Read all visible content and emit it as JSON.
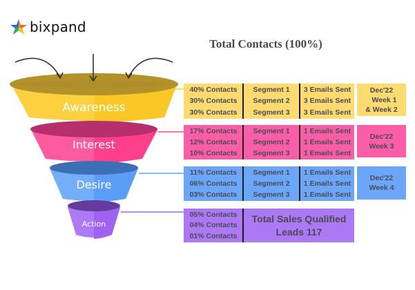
{
  "logo": {
    "icon": "star-logo-icon",
    "text": "bixpand"
  },
  "title": "Total Contacts (100%)",
  "colors": {
    "awareness": "#fcd03f",
    "interest": "#fd4592",
    "desire": "#5ea1f8",
    "action": "#a565f2",
    "awareness_box": "#fddb70",
    "interest_box": "#fb5ea6",
    "desire_box": "#6ba6f8",
    "action_box": "#ad78f4"
  },
  "funnel": {
    "arrows": [
      "curved-arrow-left",
      "down-arrow",
      "curved-arrow-right"
    ],
    "stages": [
      {
        "name": "Awareness",
        "contacts": [
          "40% Contacts",
          "30% Contacts",
          "30% Contacts"
        ],
        "segments": [
          "Segment 1",
          "Segment 2",
          "Segment 3"
        ],
        "emails": [
          "3 Emails Sent",
          "3 Emails Sent",
          "3 Emails Sent"
        ],
        "schedule": [
          "Dec'22",
          "Week 1",
          "& Week 2"
        ]
      },
      {
        "name": "Interest",
        "contacts": [
          "17% Contacts",
          "12% Contacts",
          "10% Contacts"
        ],
        "segments": [
          "Segment 1",
          "Segment 2",
          "Segment 3"
        ],
        "emails": [
          "1 Emails Sent",
          "1 Emails Sent",
          "1 Emails Sent"
        ],
        "schedule": [
          "Dec'22",
          "Week 3"
        ]
      },
      {
        "name": "Desire",
        "contacts": [
          "11% Contacts",
          "06% Contacts",
          "03% Contacts"
        ],
        "segments": [
          "Segment 1",
          "Segment 2",
          "Segment 3"
        ],
        "emails": [
          "1 Emails Sent",
          "1 Emails Sent",
          "1 Emails Sent"
        ],
        "schedule": [
          "Dec'22",
          "Week 4"
        ]
      },
      {
        "name": "Action",
        "contacts": [
          "05% Contacts",
          "04% Contacts",
          "01% Contacts"
        ],
        "summary": [
          "Total Sales Qualified",
          "Leads 117"
        ]
      }
    ]
  }
}
